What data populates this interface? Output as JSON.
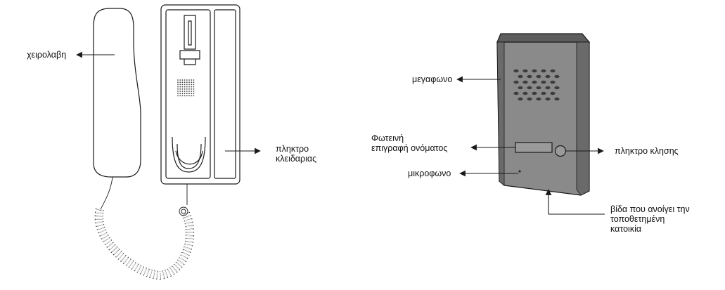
{
  "labels": {
    "handset": "χειρολαβη",
    "lock_button": "πληκτρο\nκλειδαριας",
    "speaker": "μεγαφωνο",
    "name_plate": "Φωτεινή\nεπιγραφή ονόματος",
    "microphone": "μικροφωνο",
    "call_button": "πληκτρο κλησης",
    "screw": "βίδα που ανοίγει την\nτοποθετημένη\nκατοικία"
  },
  "colors": {
    "line": "#1a1a1a",
    "panel_fill": "#8c8c8c",
    "panel_edge": "#6e6e6e",
    "panel_dark": "#5a5a5a",
    "background": "#ffffff"
  }
}
